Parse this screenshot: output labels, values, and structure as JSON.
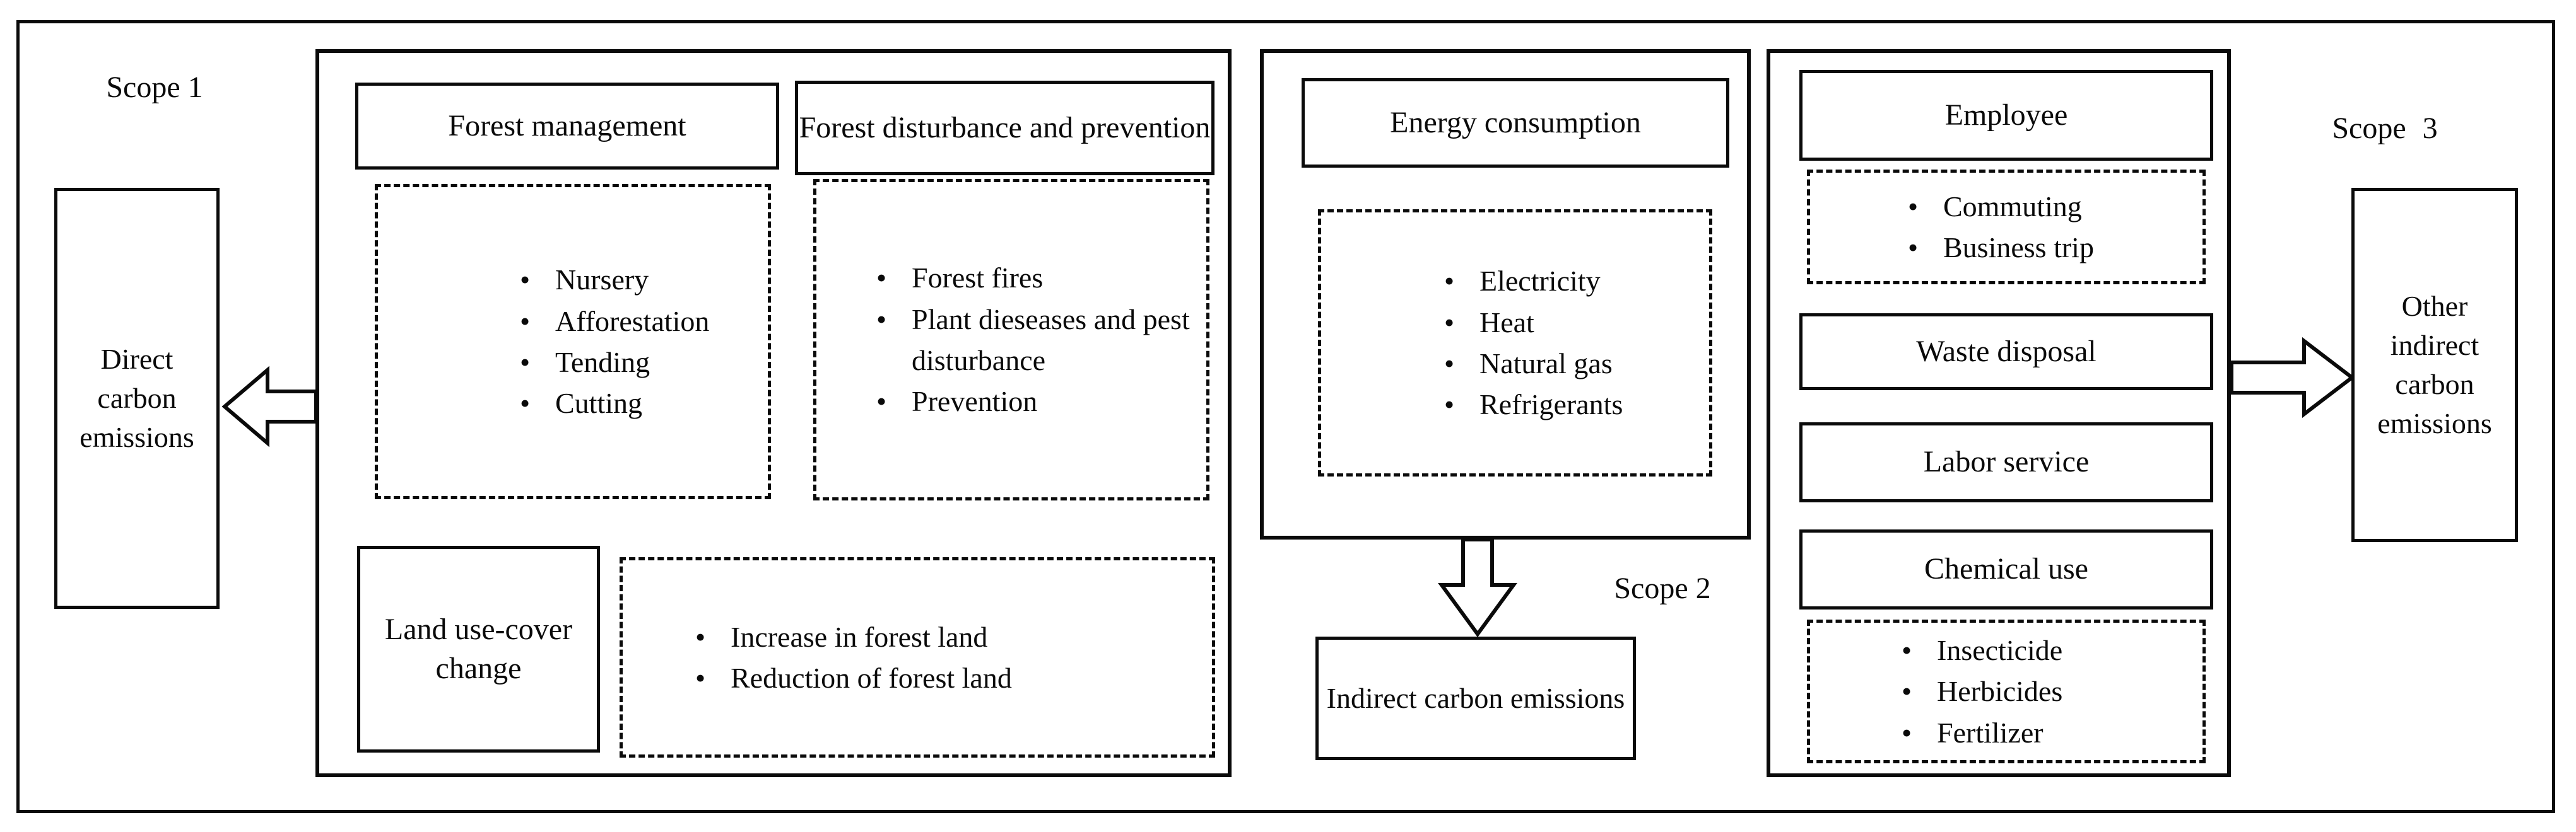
{
  "scopes": {
    "scope1": {
      "label": "Scope 1",
      "result": "Direct carbon emissions"
    },
    "scope2": {
      "label": "Scope 2",
      "result": "Indirect carbon emissions"
    },
    "scope3": {
      "label": "Scope 3",
      "result": "Other indirect carbon emissions"
    }
  },
  "scope1_group": {
    "forest_management": {
      "title": "Forest management",
      "items": [
        "Nursery",
        "Afforestation",
        "Tending",
        "Cutting"
      ]
    },
    "forest_disturbance": {
      "title": "Forest disturbance and prevention",
      "items": [
        "Forest fires",
        "Plant dieseases and pest disturbance",
        "Prevention"
      ]
    },
    "land_use": {
      "title": "Land use-cover change",
      "items": [
        "Increase in forest land",
        "Reduction of forest land"
      ]
    }
  },
  "scope2_group": {
    "energy": {
      "title": "Energy consumption",
      "items": [
        "Electricity",
        "Heat",
        "Natural gas",
        "Refrigerants"
      ]
    }
  },
  "scope3_group": {
    "employee": {
      "title": "Employee",
      "items": [
        "Commuting",
        "Business trip"
      ]
    },
    "waste": {
      "title": "Waste disposal"
    },
    "labor": {
      "title": "Labor service"
    },
    "chemical": {
      "title": "Chemical use",
      "items": [
        "Insecticide",
        "Herbicides",
        "Fertilizer"
      ]
    }
  },
  "icons": {
    "left_arrow": "hollow-arrow-left",
    "down_arrow": "hollow-arrow-down",
    "right_arrow": "hollow-arrow-right"
  },
  "bullet_glyph": "•",
  "colors": {
    "line": "#0a0a0a",
    "background": "#ffffff"
  }
}
